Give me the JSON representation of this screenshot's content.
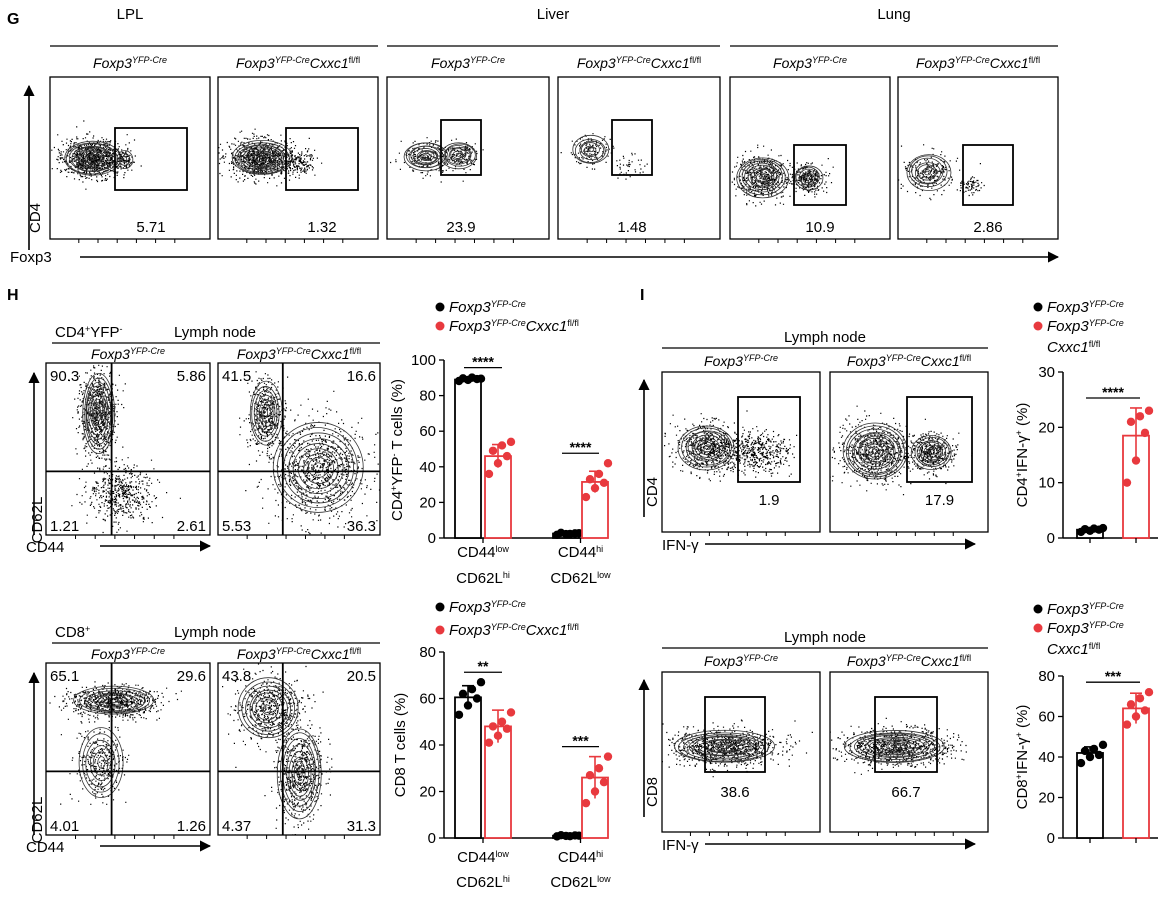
{
  "panel_letters": {
    "g": "G",
    "h": "H",
    "i": "I"
  },
  "genotypes": {
    "ctrl": {
      "base": "Foxp3",
      "sup": "YFP-Cre",
      "tail": "",
      "tail_sup": ""
    },
    "ko": {
      "base": "Foxp3",
      "sup": "YFP-Cre",
      "tail": "Cxxc1",
      "tail_sup": "fl/fl"
    }
  },
  "g": {
    "tissues": [
      "LPL",
      "Liver",
      "Lung"
    ],
    "y_label": "CD4",
    "x_label": "Foxp3",
    "gate_values": [
      "5.71",
      "1.32",
      "23.9",
      "1.48",
      "10.9",
      "2.86"
    ]
  },
  "h": {
    "top": {
      "population": {
        "base": "CD4",
        "sup1": "+",
        "mid": "YFP",
        "sup2": "-"
      },
      "tissue": "Lymph node",
      "y_label": "CD62L",
      "x_label": "CD44",
      "quadrants": [
        {
          "ul": "90.3",
          "ur": "5.86",
          "ll": "1.21",
          "lr": "2.61"
        },
        {
          "ul": "41.5",
          "ur": "16.6",
          "ll": "5.53",
          "lr": "36.3"
        }
      ]
    },
    "bottom": {
      "population": {
        "base": "CD8",
        "sup1": "+",
        "mid": "",
        "sup2": ""
      },
      "tissue": "Lymph node",
      "y_label": "CD62L",
      "x_label": "CD44",
      "quadrants": [
        {
          "ul": "65.1",
          "ur": "29.6",
          "ll": "4.01",
          "lr": "1.26"
        },
        {
          "ul": "43.8",
          "ur": "20.5",
          "ll": "4.37",
          "lr": "31.3"
        }
      ]
    }
  },
  "i": {
    "top": {
      "tissue": "Lymph node",
      "y_label": "CD4",
      "x_label": "IFN-γ",
      "gate_values": [
        "1.9",
        "17.9"
      ]
    },
    "bottom": {
      "tissue": "Lymph node",
      "y_label": "CD8",
      "x_label": "IFN-γ",
      "gate_values": [
        "38.6",
        "66.7"
      ]
    }
  },
  "chart_data": [
    {
      "id": "h-top-bar",
      "type": "bar",
      "ylabel": {
        "base": "CD4",
        "sup1": "+",
        "mid": "YFP",
        "sup2": "-",
        "tail": " T cells (%)"
      },
      "ylim": [
        0,
        100
      ],
      "yticks": [
        0,
        20,
        40,
        60,
        80,
        100
      ],
      "categories": [
        {
          "l1": "CD44",
          "s1": "low",
          "l2": "CD62L",
          "s2": "hi"
        },
        {
          "l1": "CD44",
          "s1": "hi",
          "l2": "CD62L",
          "s2": "low"
        }
      ],
      "series": [
        {
          "genotype": "ctrl",
          "color": "#000000",
          "means": [
            89,
            2.5
          ],
          "errors": [
            0.8,
            0.8
          ],
          "points": [
            [
              88.2,
              88.8,
              89.3,
              89.7,
              90.1,
              89.5
            ],
            [
              1.8,
              2.2,
              2.6,
              2.9,
              2.3,
              2.7
            ]
          ]
        },
        {
          "genotype": "ko",
          "color": "#e8393e",
          "means": [
            46,
            31.5
          ],
          "errors": [
            6.5,
            6
          ],
          "points": [
            [
              36,
              42,
              46,
              49,
              52,
              54
            ],
            [
              23,
              28,
              31,
              33,
              36,
              42
            ]
          ]
        }
      ],
      "significance": [
        "****",
        "****"
      ]
    },
    {
      "id": "h-bottom-bar",
      "type": "bar",
      "ylabel": {
        "base": "CD8 T cells (%)",
        "sup1": "",
        "mid": "",
        "sup2": "",
        "tail": ""
      },
      "ylim": [
        0,
        80
      ],
      "yticks": [
        0,
        20,
        40,
        60,
        80
      ],
      "categories": [
        {
          "l1": "CD44",
          "s1": "low",
          "l2": "CD62L",
          "s2": "hi"
        },
        {
          "l1": "CD44",
          "s1": "hi",
          "l2": "CD62L",
          "s2": "low"
        }
      ],
      "series": [
        {
          "genotype": "ctrl",
          "color": "#000000",
          "means": [
            60.5,
            1
          ],
          "errors": [
            5,
            0.3
          ],
          "points": [
            [
              53,
              57,
              60,
              62,
              64,
              67
            ],
            [
              0.7,
              0.9,
              1.1,
              1.2,
              0.8,
              1.0
            ]
          ]
        },
        {
          "genotype": "ko",
          "color": "#e8393e",
          "means": [
            48,
            26
          ],
          "errors": [
            7,
            9
          ],
          "points": [
            [
              41,
              44,
              47,
              48,
              50,
              54
            ],
            [
              15,
              20,
              24,
              27,
              30,
              35
            ]
          ]
        }
      ],
      "significance": [
        "**",
        "***"
      ]
    },
    {
      "id": "i-top-bar",
      "type": "bar",
      "ylabel": {
        "base": "CD4",
        "sup1": "+",
        "mid": "IFN-γ",
        "sup2": "+",
        "tail": " (%)"
      },
      "ylim": [
        0,
        30
      ],
      "yticks": [
        0,
        10,
        20,
        30
      ],
      "categories": [],
      "series": [
        {
          "genotype": "ctrl",
          "color": "#000000",
          "means": [
            1.5
          ],
          "errors": [
            0.3
          ],
          "points": [
            [
              1.1,
              1.3,
              1.5,
              1.6,
              1.7,
              1.8
            ]
          ]
        },
        {
          "genotype": "ko",
          "color": "#e8393e",
          "means": [
            18.5
          ],
          "errors": [
            5
          ],
          "points": [
            [
              10,
              14,
              19,
              21,
              22,
              23
            ]
          ]
        }
      ],
      "significance": [
        "****"
      ]
    },
    {
      "id": "i-bottom-bar",
      "type": "bar",
      "ylabel": {
        "base": "CD8",
        "sup1": "+",
        "mid": "IFN-γ",
        "sup2": "+",
        "tail": " (%)"
      },
      "ylim": [
        0,
        80
      ],
      "yticks": [
        0,
        20,
        40,
        60,
        80
      ],
      "categories": [],
      "series": [
        {
          "genotype": "ctrl",
          "color": "#000000",
          "means": [
            42
          ],
          "errors": [
            3
          ],
          "points": [
            [
              37,
              40,
              41,
              43,
              44,
              46
            ]
          ]
        },
        {
          "genotype": "ko",
          "color": "#e8393e",
          "means": [
            64
          ],
          "errors": [
            7.5
          ],
          "points": [
            [
              56,
              60,
              63,
              66,
              69,
              72
            ]
          ]
        }
      ],
      "significance": [
        "***"
      ]
    }
  ]
}
